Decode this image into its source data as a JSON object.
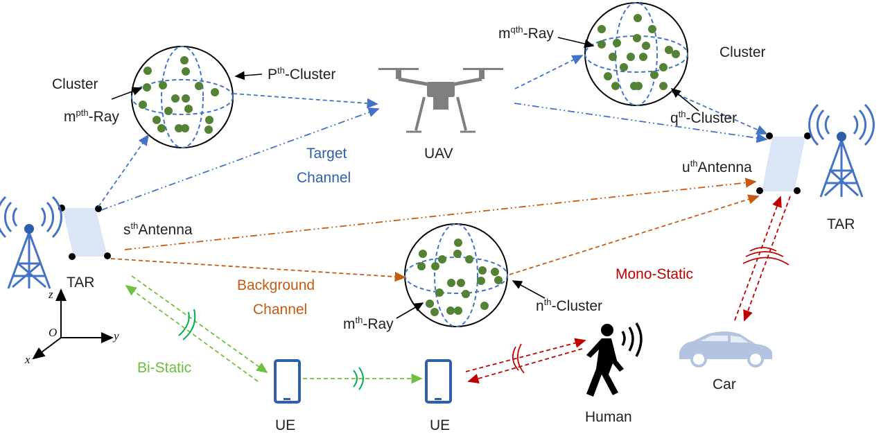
{
  "labels": {
    "cluster_left": "Cluster",
    "cluster_right": "Cluster",
    "p_cluster": "P",
    "p_cluster_sup": "th",
    "p_cluster_rest": "-Cluster",
    "mp_ray": "m",
    "mp_ray_sup": "pth",
    "mp_ray_rest": "-Ray",
    "mq_ray": "m",
    "mq_ray_sup": "qth",
    "mq_ray_rest": "-Ray",
    "q_cluster": "q",
    "q_cluster_sup": "th",
    "q_cluster_rest": "-Cluster",
    "u_antenna": "u",
    "u_antenna_sup": "th",
    "u_antenna_rest": "Antenna",
    "s_antenna": "s",
    "s_antenna_sup": "th",
    "s_antenna_rest": "Antenna",
    "n_cluster": "n",
    "n_cluster_sup": "th",
    "n_cluster_rest": "-Cluster",
    "m_ray": "m",
    "m_ray_sup": "th",
    "m_ray_rest": "-Ray",
    "target_channel_1": "Target",
    "target_channel_2": "Channel",
    "background_channel_1": "Background",
    "background_channel_2": "Channel",
    "mono_static": "Mono-Static",
    "bi_static": "Bi-Static",
    "uav": "UAV",
    "tar_left": "TAR",
    "tar_right": "TAR",
    "ue_left": "UE",
    "ue_right": "UE",
    "human": "Human",
    "car": "Car",
    "axis_x": "x",
    "axis_y": "y",
    "axis_z": "z",
    "axis_o": "O"
  },
  "colors": {
    "target": "#4472c4",
    "background": "#c55a11",
    "mono": "#c00000",
    "bi": "#70c040",
    "scatter": "#548235",
    "panel": "#dae6f5"
  }
}
